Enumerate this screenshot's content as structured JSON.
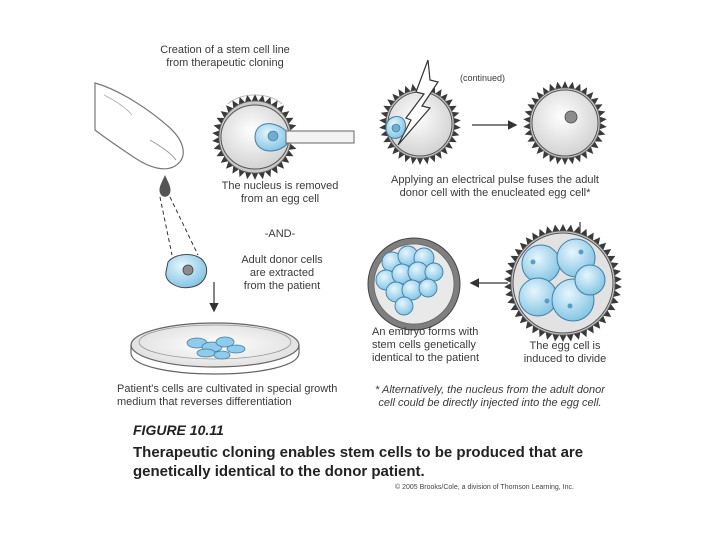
{
  "labels": {
    "creation": [
      "Creation of a stem cell line",
      "from therapeutic cloning"
    ],
    "continued": "(continued)",
    "nucleus_removed": [
      "The nucleus is removed",
      "from an egg cell"
    ],
    "and": "-AND-",
    "donor_extracted": [
      "Adult donor cells",
      "are extracted",
      "from the patient"
    ],
    "electrical_pulse": [
      "Applying an electrical pulse fuses the adult",
      "donor cell with the enucleated egg cell*"
    ],
    "cultivated": [
      "Patient's cells are cultivated in special growth",
      "medium that reverses differentiation"
    ],
    "embryo": [
      "An embryo forms with",
      "stem cells genetically",
      "identical to the patient"
    ],
    "divide": [
      "The egg cell is",
      "induced to divide"
    ],
    "footnote": [
      "* Alternatively, the nucleus from the adult donor",
      "cell could be directly injected into the egg cell."
    ]
  },
  "figure": {
    "number": "FIGURE 10.11",
    "caption": "Therapeutic cloning enables stem cells to be produced that are genetically identical to the donor patient.",
    "credit": "© 2005 Brooks/Cole, a division of Thomson Learning, Inc."
  },
  "colors": {
    "cell_blue": "#a6d8ef",
    "cell_blue_dark": "#5fa9cf",
    "membrane_gray": "#c8c8c8",
    "spike": "#3a3a3a",
    "line": "#333333"
  }
}
